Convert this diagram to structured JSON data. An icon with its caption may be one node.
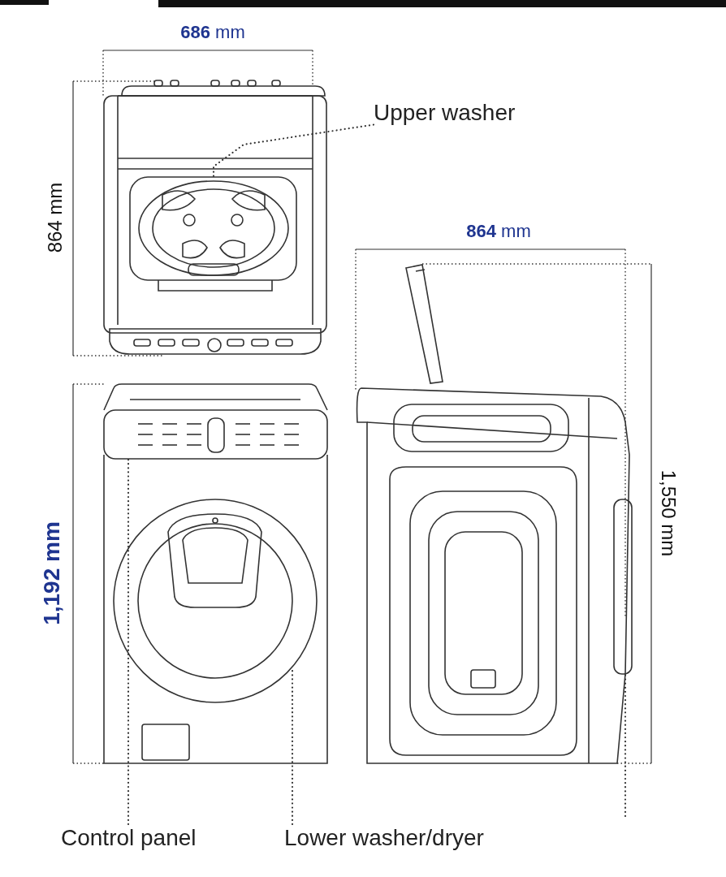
{
  "diagram": {
    "nodes": [
      {
        "text": [
          "Upper washer"
        ]
      },
      {
        "text": [],
        "shape": "box"
      },
      {
        "text": [],
        "shape": "box"
      },
      {
        "text": [],
        "shape": "circle"
      },
      {
        "text": [],
        "shape": "bar"
      },
      {
        "text": [
          "Control panel"
        ]
      },
      {
        "text": [
          "Lower washer/dryer"
        ]
      }
    ],
    "edges": [
      {
        "from": 0,
        "to": 1,
        "arrow": "none"
      },
      {
        "from": 5,
        "to": 2,
        "arrow": "none"
      },
      {
        "from": 6,
        "to": 3,
        "arrow": "none"
      },
      {
        "from": null,
        "to": 4,
        "arrow": "none"
      }
    ],
    "labels": [
      "**686** mm",
      "864 mm",
      "**864** mm",
      "1,192 mm",
      "1,550 mm"
    ]
  }
}
